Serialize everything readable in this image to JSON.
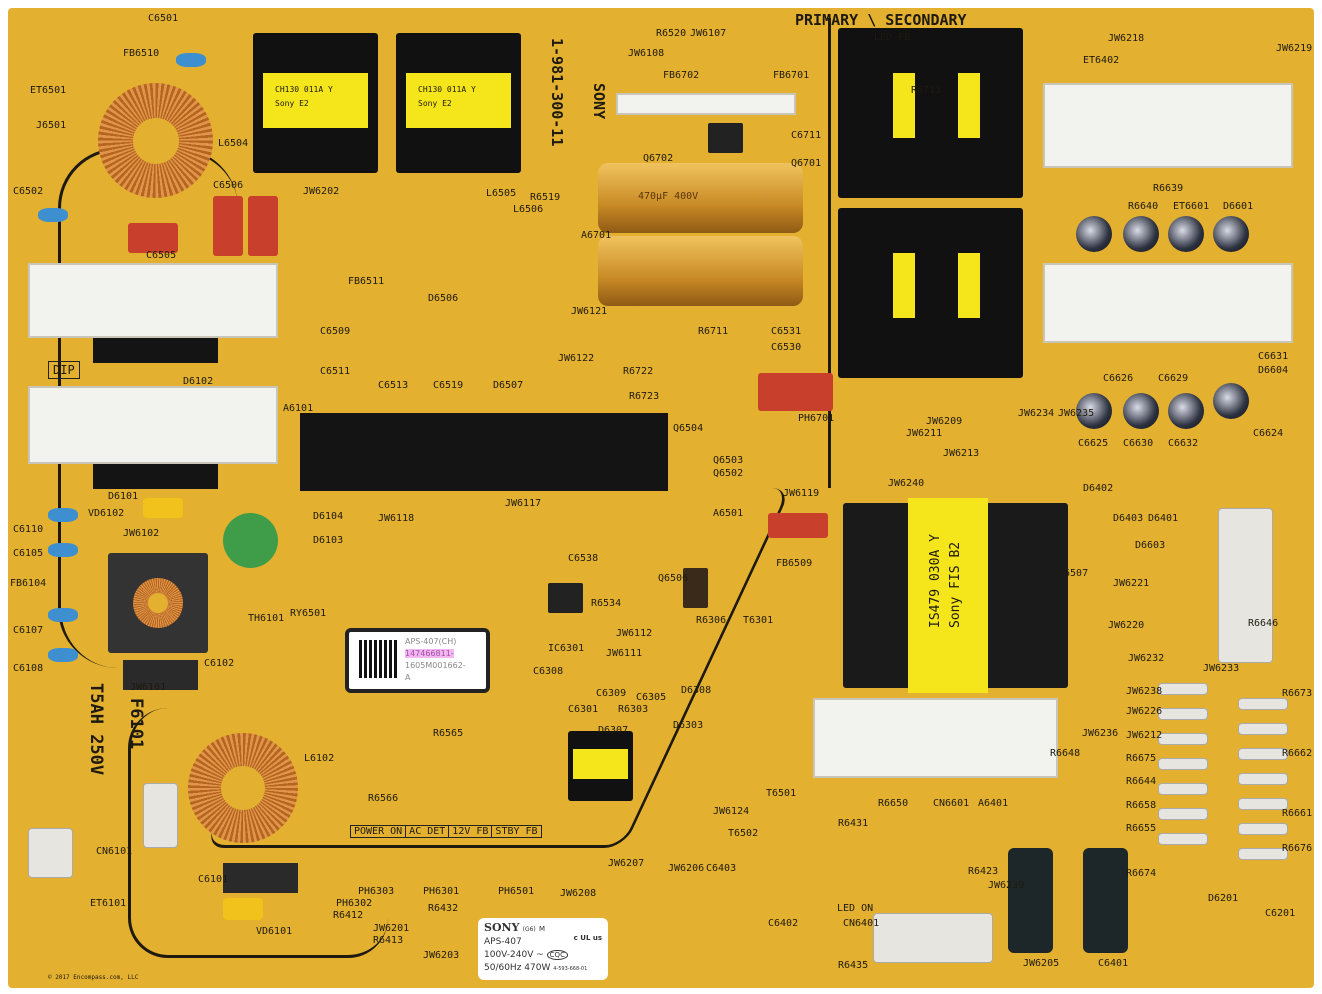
{
  "board": {
    "part_number": "1-981-300-11",
    "brand_vertical": "SONY",
    "primary_secondary": "PRIMARY \\ SECONDARY",
    "fuse_rating": "T5AH 250V",
    "fuse_ref": "F6101",
    "dip": "DIP",
    "transformer_label_1": "CH130 011A Y",
    "transformer_label_1b": "Sony   E2",
    "transformer_label_2": "CH130 011A Y",
    "transformer_label_2b": "Sony   E2",
    "main_transformer_label": "IS479 030A Y",
    "main_transformer_label_b": "Sony FIS B2",
    "cap_text": "470μF 400V",
    "connector_row": [
      "POWER ON",
      "AC DET",
      "12V FB",
      "STBY FB"
    ],
    "copyright": "© 2017 Encompass.com, LLC"
  },
  "sticker": {
    "model": "APS-407(CH)",
    "serial": "147466811-",
    "code": "1605M001662-",
    "rev": "A"
  },
  "rating_label": {
    "brand": "SONY",
    "region": "(G6)",
    "model": "APS-407",
    "voltage": "100V-240V ~",
    "freq_power": "50/60Hz 470W",
    "part": "4-593-668-01",
    "cert": "CQC",
    "ul": "c UL us",
    "m": "M"
  },
  "refs": [
    "C6501",
    "FB6510",
    "ET6501",
    "J6501",
    "C6502",
    "L6504",
    "C6506",
    "C6505",
    "FB6511",
    "D6506",
    "C6509",
    "C6511",
    "D6102",
    "A6101",
    "D6101",
    "VD6102",
    "JW6102",
    "C6110",
    "C6105",
    "FB6104",
    "C6107",
    "C6108",
    "JW6101",
    "C6102",
    "TH6101",
    "D6104",
    "D6103",
    "RY6501",
    "L6102",
    "R6566",
    "ET6101",
    "CN6101",
    "C6101",
    "VD6101",
    "PH6303",
    "PH6301",
    "PH6501",
    "PH6302",
    "R6412",
    "JW6201",
    "R6413",
    "R6432",
    "JW6203",
    "JW6202",
    "L6505",
    "L6506",
    "R6519",
    "R6520",
    "JW6107",
    "JW6108",
    "FB6702",
    "FB6701",
    "C6711",
    "Q6702",
    "Q6701",
    "A6701",
    "JW6121",
    "R6711",
    "C6531",
    "C6530",
    "JW6122",
    "R6722",
    "R6723",
    "C6513",
    "C6519",
    "D6507",
    "Q6504",
    "Q6503",
    "Q6502",
    "A6501",
    "JW6119",
    "JW6118",
    "JW6117",
    "C6538",
    "R6534",
    "JW6112",
    "JW6111",
    "IC6301",
    "C6308",
    "C6309",
    "C6301",
    "R6303",
    "C6305",
    "D6303",
    "D6307",
    "D6308",
    "R6306",
    "T6301",
    "FB6509",
    "Q6506",
    "Q6507",
    "R6565",
    "T6501",
    "T6502",
    "JW6124",
    "R6431",
    "R6423",
    "JW6239",
    "JW6205",
    "C6401",
    "R6435",
    "C6402",
    "C6403",
    "CN6401",
    "JW6206",
    "JW6207",
    "JW6208",
    "D6201",
    "C6201",
    "JW6218",
    "ET6402",
    "JW6219",
    "R6639",
    "R6640",
    "ET6601",
    "D6601",
    "C6625",
    "C6630",
    "C6632",
    "C6624",
    "C6626",
    "C6629",
    "C6631",
    "D6604",
    "D6603",
    "JW6221",
    "JW6220",
    "JW6232",
    "JW6233",
    "JW6238",
    "JW6226",
    "JW6212",
    "R6675",
    "R6644",
    "R6658",
    "R6655",
    "R6674",
    "R6673",
    "R6662",
    "R6661",
    "R6676",
    "R6646",
    "R6648",
    "R6650",
    "CN6601",
    "A6401",
    "D6401",
    "D6402",
    "D6403",
    "JW6236",
    "JW6234",
    "JW6235",
    "JW6213",
    "JW6240",
    "JW6211",
    "JW6209",
    "PH6701",
    "LED ON",
    "LED FB",
    "R6713"
  ]
}
